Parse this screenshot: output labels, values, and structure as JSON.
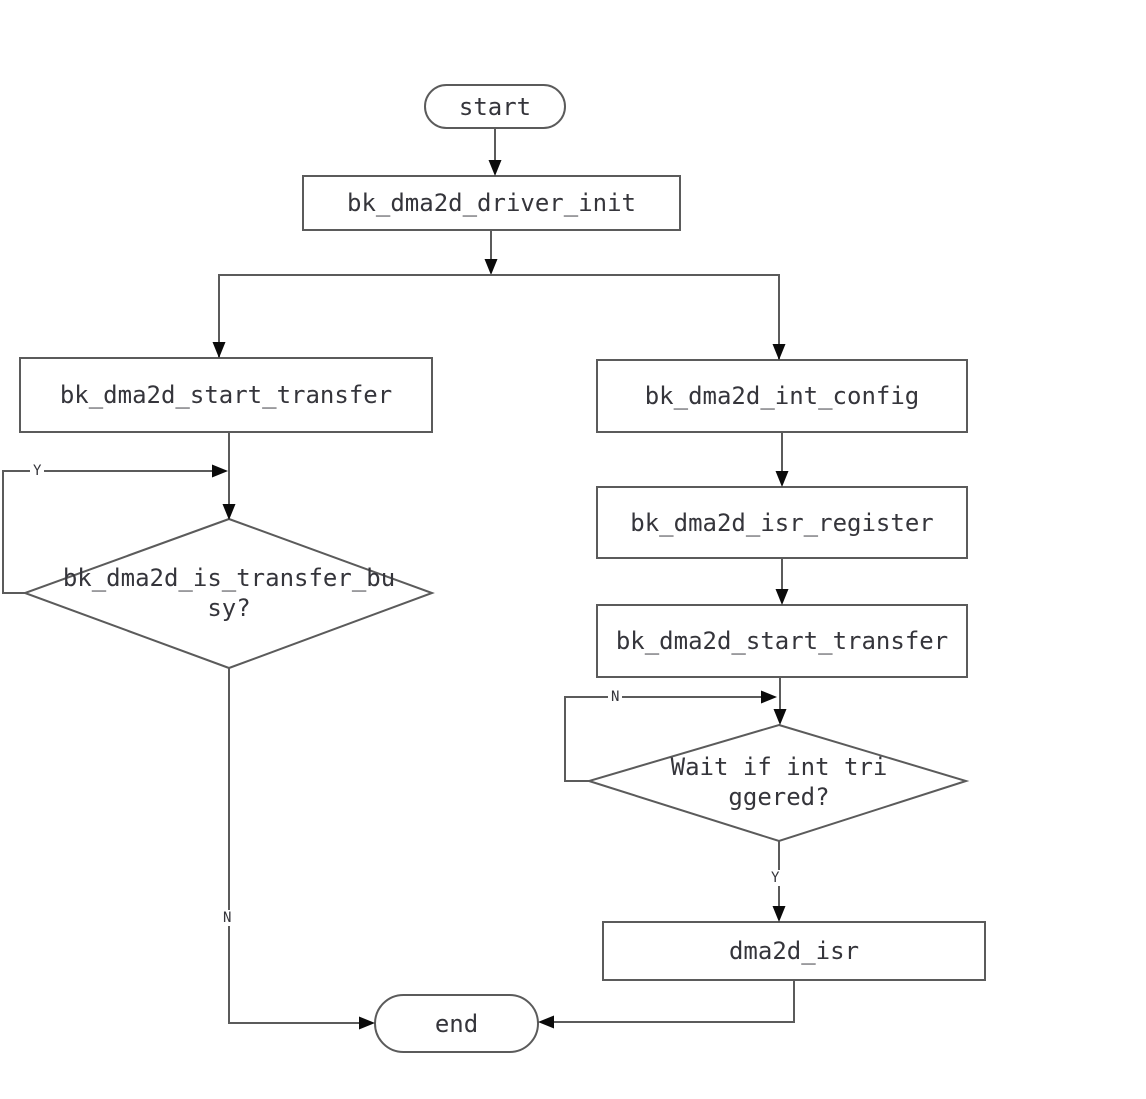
{
  "diagram": {
    "colors": {
      "background": "#ffffff",
      "line": "#5b5b5b",
      "arrow": "#0b0b0b",
      "text": "#35353b"
    },
    "nodes": {
      "start": {
        "type": "terminator",
        "label": "start"
      },
      "driver_init": {
        "type": "process",
        "label": "bk_dma2d_driver_init"
      },
      "start_transfer_left": {
        "type": "process",
        "label": "bk_dma2d_start_transfer"
      },
      "is_transfer_busy": {
        "type": "decision",
        "label": "bk_dma2d_is_transfer_busy?"
      },
      "int_config": {
        "type": "process",
        "label": "bk_dma2d_int_config"
      },
      "isr_register": {
        "type": "process",
        "label": "bk_dma2d_isr_register"
      },
      "start_transfer_right": {
        "type": "process",
        "label": "bk_dma2d_start_transfer"
      },
      "wait_int_triggered": {
        "type": "decision",
        "label": "Wait if int triggered?"
      },
      "dma2d_isr": {
        "type": "process",
        "label": "dma2d_isr"
      },
      "end": {
        "type": "terminator",
        "label": "end"
      }
    },
    "edge_labels": {
      "busy_yes": "Y",
      "busy_no": "N",
      "wait_no": "N",
      "wait_yes": "Y"
    }
  }
}
